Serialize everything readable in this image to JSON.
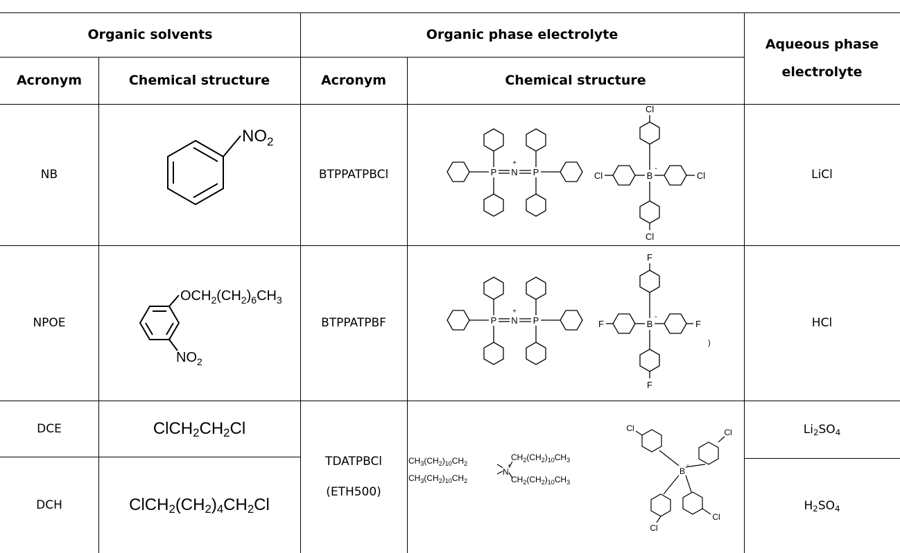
{
  "header": {
    "organic_solvents": "Organic solvents",
    "organic_phase_electrolyte": "Organic phase electrolyte",
    "aqueous_phase_line1": "Aqueous phase",
    "aqueous_phase_line2": "electrolyte",
    "acronym": "Acronym",
    "chemical_structure": "Chemical structure"
  },
  "rows": [
    {
      "solvent": "NB",
      "solvent_structure": {
        "group": "NO",
        "sub": "2"
      },
      "electrolyte": "BTPPATPBCl",
      "electrolyte_structure": {
        "cation": [
          "P",
          "N",
          "P",
          "+"
        ],
        "anion_center": "B",
        "anion_charge": "-",
        "anion_substituent": "Cl"
      },
      "aqueous": "LiCl"
    },
    {
      "solvent": "NPOE",
      "solvent_structure": {
        "group1": "OCH",
        "sub1": "2",
        "group2": "(CH",
        "sub2": "2",
        "group3": ")",
        "sub3": "6",
        "group4": "CH",
        "sub4": "3",
        "group5": "NO",
        "sub5": "2"
      },
      "electrolyte": "BTPPATPBF",
      "electrolyte_structure": {
        "cation": [
          "P",
          "N",
          "P",
          "+"
        ],
        "anion_center": "B",
        "anion_charge": "-",
        "anion_substituent": "F",
        "stray_mark": ")"
      },
      "aqueous": "HCl"
    }
  ],
  "dce": {
    "acronym": "DCE",
    "f1": "ClCH",
    "s1": "2",
    "f2": "CH",
    "s2": "2",
    "f3": "Cl",
    "aqueous": "Li",
    "aq_s1": "2",
    "aq_f2": "SO",
    "aq_s2": "4"
  },
  "dch": {
    "acronym": "DCH",
    "f1": "ClCH",
    "s1": "2",
    "f2": "(CH",
    "s2": "2",
    "f3": ")",
    "s3": "4",
    "f4": "CH",
    "s4": "2",
    "f5": "Cl",
    "aqueous": "H",
    "aq_s1": "2",
    "aq_f2": "SO",
    "aq_s2": "4"
  },
  "eth500": {
    "acronym_line1": "TDATPBCl",
    "acronym_line2": "(ETH500)",
    "chain_a": "CH",
    "chain_a_s1": "3",
    "chain_a_2": "(CH",
    "chain_a_s2": "2",
    "chain_a_3": ")",
    "chain_a_s3": "10",
    "chain_a_4": "CH",
    "chain_a_s4": "2",
    "chain_b": "CH",
    "chain_b_s1": "2",
    "chain_b_2": "(CH",
    "chain_b_s2": "2",
    "chain_b_3": ")",
    "chain_b_s3": "10",
    "chain_b_4": "CH",
    "chain_b_s4": "3",
    "n_center": "N",
    "n_charge": "+",
    "anion_center": "B",
    "anion_charge": "-",
    "anion_substituent": "Cl"
  }
}
